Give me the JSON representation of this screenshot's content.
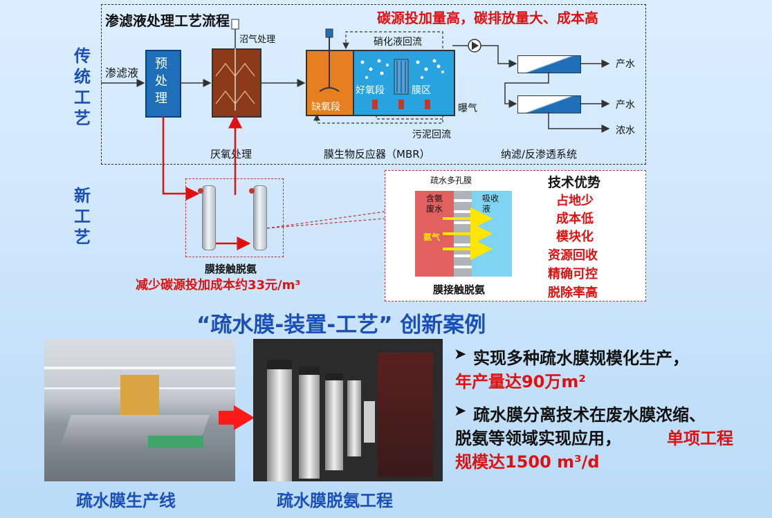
{
  "traditional": {
    "side_label": "传统工艺",
    "box_title": "渗滤液处理工艺流程",
    "warning": "碳源投加量高，碳排放量大、成本高",
    "inflow_label": "渗滤液",
    "pretreat_label": "预处理",
    "biogas_label": "沼气处理",
    "anaerobic_label": "厌氧处理",
    "nitrate_label": "硝化液回流",
    "anoxic_label": "缺氧段",
    "aerobic_label": "好氧段",
    "membrane_zone_label": "膜区",
    "aeration_label": "曝气",
    "sludge_label": "污泥回流",
    "mbr_label": "膜生物反应器（MBR）",
    "ro_label": "纳滤/反渗透系统",
    "out_water_1": "产水",
    "out_water_2": "产水",
    "out_conc": "浓水"
  },
  "new_process": {
    "side_label": "新工艺",
    "unit_label": "膜接触脱氨",
    "saving": "减少碳源投加成本约33元/m³"
  },
  "detail": {
    "membrane_top": "疏水多孔膜",
    "left_label": "含氨废水",
    "right_label": "吸收液",
    "gas_label": "氨气",
    "caption": "膜接触脱氨",
    "adv_title": "技术优势",
    "advantages": [
      "占地少",
      "成本低",
      "模块化",
      "资源回收",
      "精确可控",
      "脱除率高"
    ]
  },
  "headline": "“疏水膜-装置-工艺” 创新案例",
  "photos": {
    "left_caption": "疏水膜生产线",
    "right_caption": "疏水膜脱氨工程"
  },
  "bullets": {
    "b1_black": "实现多种疏水膜规模化生产，",
    "b1_red": "年产量达90万m²",
    "b2_black_1": "疏水膜分离技术在废水膜浓缩、",
    "b2_black_2": "脱氨等领域实现应用，",
    "b2_red_1": "单项工程",
    "b2_red_2": "规模达1500 m³/d"
  },
  "colors": {
    "accent_blue": "#1b4fb8",
    "alert_red": "#e01010",
    "pretreat_blue": "#1f6fb8",
    "anaerobic_brown": "#8b3a1a",
    "anoxic_orange": "#e67e22",
    "aerobic_cyan": "#29a3e0",
    "ammonia_yellow": "#ffe600"
  }
}
